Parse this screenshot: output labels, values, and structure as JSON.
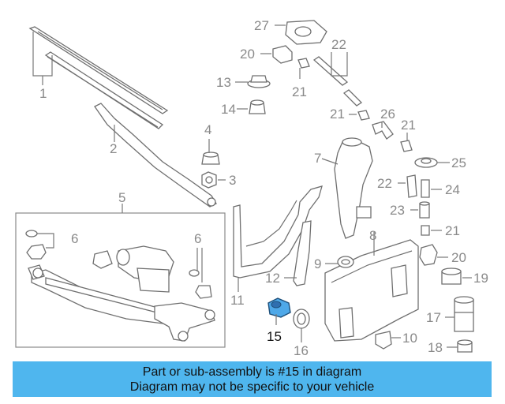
{
  "callouts": [
    {
      "id": "c27",
      "label": "27"
    },
    {
      "id": "c20a",
      "label": "20"
    },
    {
      "id": "c22a",
      "label": "22"
    },
    {
      "id": "c13",
      "label": "13"
    },
    {
      "id": "c21a",
      "label": "21"
    },
    {
      "id": "c1",
      "label": "1"
    },
    {
      "id": "c14",
      "label": "14"
    },
    {
      "id": "c21b",
      "label": "21"
    },
    {
      "id": "c26",
      "label": "26"
    },
    {
      "id": "c21c",
      "label": "21"
    },
    {
      "id": "c4",
      "label": "4"
    },
    {
      "id": "c2",
      "label": "2"
    },
    {
      "id": "c7",
      "label": "7"
    },
    {
      "id": "c25",
      "label": "25"
    },
    {
      "id": "c3",
      "label": "3"
    },
    {
      "id": "c22b",
      "label": "22"
    },
    {
      "id": "c24",
      "label": "24"
    },
    {
      "id": "c5",
      "label": "5"
    },
    {
      "id": "c23",
      "label": "23"
    },
    {
      "id": "c6a",
      "label": "6"
    },
    {
      "id": "c21d",
      "label": "21"
    },
    {
      "id": "c8",
      "label": "8"
    },
    {
      "id": "c6b",
      "label": "6"
    },
    {
      "id": "c20b",
      "label": "20"
    },
    {
      "id": "c9",
      "label": "9"
    },
    {
      "id": "c12",
      "label": "12"
    },
    {
      "id": "c19",
      "label": "19"
    },
    {
      "id": "c11",
      "label": "11"
    },
    {
      "id": "c17",
      "label": "17"
    },
    {
      "id": "c15",
      "label": "15"
    },
    {
      "id": "c10",
      "label": "10"
    },
    {
      "id": "c16",
      "label": "16"
    },
    {
      "id": "c18",
      "label": "18"
    }
  ],
  "highlight": {
    "part_number": "15",
    "color": "#4ea8e8"
  },
  "banner": {
    "line1": "Part or sub-assembly is #15 in diagram",
    "line2": "Diagram may not be specific to your vehicle",
    "background": "#4fb6ee"
  }
}
